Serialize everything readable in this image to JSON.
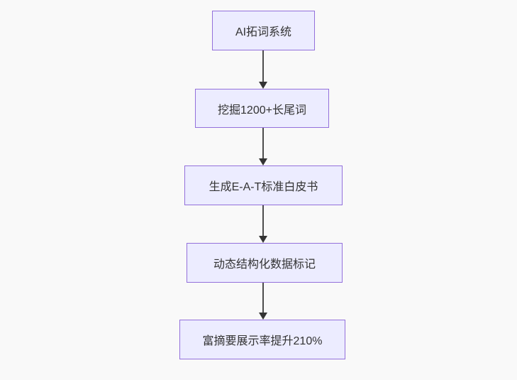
{
  "diagram": {
    "type": "flowchart",
    "direction": "top-down",
    "nodes": [
      {
        "id": "A",
        "label": "AI拓词系统"
      },
      {
        "id": "B",
        "label": "挖掘1200+长尾词"
      },
      {
        "id": "C",
        "label": "生成E-A-T标准白皮书"
      },
      {
        "id": "D",
        "label": "动态结构化数据标记"
      },
      {
        "id": "E",
        "label": "富摘要展示率提升210%"
      }
    ],
    "edges": [
      {
        "from": "A",
        "to": "B"
      },
      {
        "from": "B",
        "to": "C"
      },
      {
        "from": "C",
        "to": "D"
      },
      {
        "from": "D",
        "to": "E"
      }
    ],
    "colors": {
      "node_fill": "#ECECFF",
      "node_border": "#9370DB",
      "edge_line": "#4d4d4d",
      "arrowhead": "#333333",
      "text": "#333333",
      "background": "#f9f9f9"
    }
  }
}
